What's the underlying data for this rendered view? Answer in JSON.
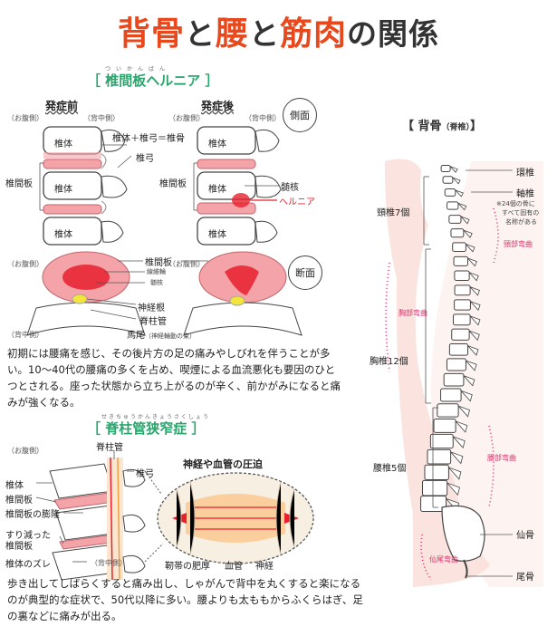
{
  "title": {
    "part1": "背骨",
    "conn1": "と",
    "part2": "腰",
    "conn2": "と",
    "part3": "筋肉",
    "part4": "の関係"
  },
  "hernia": {
    "title": "［ 椎間板ヘルニア ］",
    "ruby": "ついかんばん",
    "before_label": "発症前",
    "after_label": "発症後",
    "belly_side": "（お腹側）",
    "back_side": "（背中側）",
    "side_view": "側面",
    "section_view": "断面",
    "labels": {
      "vertebral_body": "椎体",
      "body_arch_bone": "椎体＋椎弓＝椎骨",
      "vertebral_arch": "椎弓",
      "disc": "椎間板",
      "nucleus": "髄核",
      "hernia": "ヘルニア",
      "annulus": "線維輪",
      "nerve_root": "神経根",
      "spinal_canal": "脊柱管",
      "cauda_equina": "馬尾",
      "cauda_note": "（神経輪動の束）"
    },
    "description": "初期には腰痛を感じ、その後片方の足の痛みやしびれを伴うことが多い。10～40代の腰痛の多くを占め、喫煙による血流悪化も要因のひとつとされる。座った状態から立ち上がるのが辛く、前かがみになると痛みが強くなる。"
  },
  "stenosis": {
    "title": "［ 脊柱管狭窄症 ］",
    "ruby": "せきちゅうかんきょうさくしょう",
    "belly_side": "（お腹側）",
    "back_side": "（背中側）",
    "compression_title": "神経や血管の圧迫",
    "labels": {
      "spinal_canal": "脊柱管",
      "vertebral_arch": "椎弓",
      "vertebral_body": "椎体",
      "disc": "椎間板",
      "disc_bulge": "椎間板の膨隆",
      "worn_disc_1": "すり減った",
      "worn_disc_2": "椎間板",
      "misalignment": "椎体のズレ",
      "ligament": "靭帯の肥厚",
      "vessel": "血管",
      "nerve": "神経"
    },
    "description": "歩き出してしばらくすると痛み出し、しゃがんで背中を丸くすると楽になるのが典型的な症状で、50代以降に多い。腰よりも太ももからふくらはぎ、足の裏などに痛みが出る。"
  },
  "spine": {
    "title": "【 背骨",
    "title_sub": "（脊椎）",
    "title_end": "】",
    "atlas": "環椎",
    "axis": "軸椎",
    "note_1": "※24個の骨に",
    "note_2": "すべて固有の",
    "note_3": "名称がある",
    "cervical": "頸椎7個",
    "cervical_curve": "頸部弯曲",
    "thoracic_curve": "胸部弯曲",
    "thoracic": "胸椎12個",
    "lumbar": "腰椎5個",
    "lumbar_curve": "腰部弯曲",
    "sacrum": "仙骨",
    "sacral_curve": "仙尾弯曲",
    "coccyx": "尾骨"
  },
  "colors": {
    "title_red": "#e8481c",
    "section_green": "#2aa56d",
    "disc_pink": "#f4a3a8",
    "body_skin": "#fbe3df",
    "curve_pink": "#e0306e"
  }
}
